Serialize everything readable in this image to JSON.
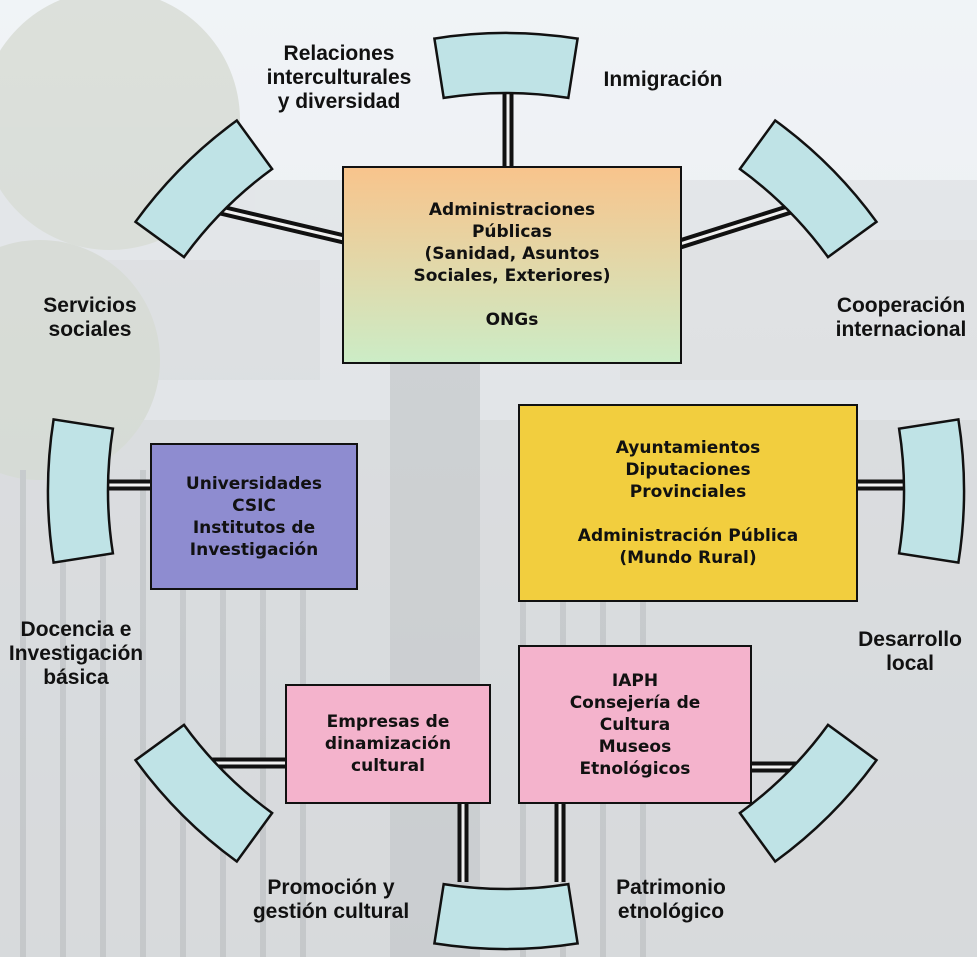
{
  "center_boxes": {
    "administraciones": "Administraciones\nPúblicas\n(Sanidad, Asuntos\nSociales, Exteriores)\n\nONGs",
    "universidades": "Universidades\nCSIC\nInstitutos de\nInvestigación",
    "ayuntamientos": "Ayuntamientos\nDiputaciones\nProvinciales\n\nAdministración Pública\n(Mundo Rural)",
    "empresas": "Empresas de\ndinamización\ncultural",
    "iaph": "IAPH\nConsejería de\nCultura\nMuseos\nEtnológicos"
  },
  "ring_labels": {
    "relaciones": "Relaciones\ninterculturales\ny diversidad",
    "inmigracion": "Inmigración",
    "cooperacion": "Cooperación\ninternacional",
    "desarrollo": "Desarrollo\nlocal",
    "patrimonio": "Patrimonio\netnológico",
    "promocion": "Promoción y\ngestión cultural",
    "docencia": "Docencia e\nInvestigación\nbásica",
    "servicios": "Servicios\nsociales"
  },
  "colors": {
    "segment_fill": "#bfe3e6",
    "administraciones_gradient": [
      "#f8c48c",
      "#ccecc6"
    ],
    "universidades_fill": "#8e8cd0",
    "ayuntamientos_fill": "#f2ce3e",
    "empresas_fill": "#f4b3cc",
    "iaph_fill": "#f4b3cc"
  }
}
